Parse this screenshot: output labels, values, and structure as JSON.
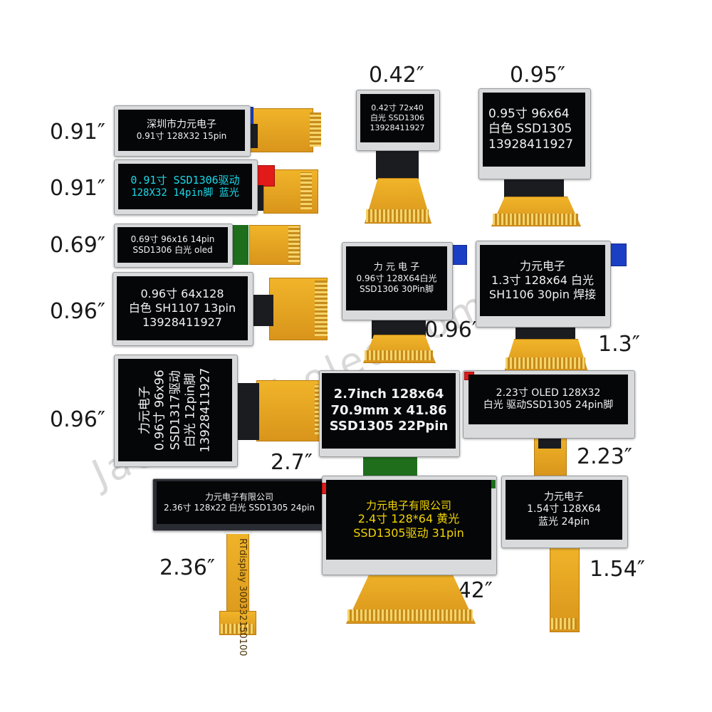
{
  "watermark": "Jack@jiali-oled.com",
  "modules": {
    "m091a": {
      "label": "0.91″",
      "lines": [
        "深圳市力元电子",
        "0.91寸 128X32 15pin"
      ]
    },
    "m091b": {
      "label": "0.91″",
      "lines": [
        "0.91寸 SSD1306驱动",
        "128X32 14pin脚 蓝光"
      ]
    },
    "m069": {
      "label": "0.69″",
      "lines": [
        "0.69寸 96x16 14pin",
        "SSD1306 白光 oled"
      ]
    },
    "m096a": {
      "label": "0.96″",
      "lines": [
        "0.96寸 64x128",
        "白色 SH1107 13pin",
        "13928411927"
      ]
    },
    "m096b": {
      "label": "0.96″",
      "lines": [
        "力元电子",
        "0.96寸 96x96",
        "SSD1317驱动",
        "白光 12pin脚",
        "13928411927"
      ]
    },
    "m042": {
      "label": "0.42″",
      "lines": [
        "0.42寸 72x40",
        "白光 SSD1306",
        "13928411927"
      ]
    },
    "m095": {
      "label": "0.95″",
      "lines": [
        "0.95寸 96x64",
        "白色 SSD1305",
        "13928411927"
      ]
    },
    "m096c": {
      "label": "0.96″",
      "lines": [
        "力 元 电 子",
        "0.96寸 128X64白光",
        "SSD1306 30Pin脚"
      ]
    },
    "m13": {
      "label": "1.3″",
      "lines": [
        "力元电子",
        "1.3寸 128x64 白光",
        "SH1106 30pin 焊接"
      ]
    },
    "m27": {
      "label": "2.7″",
      "lines": [
        "2.7inch 128x64",
        "70.9mm x 41.86",
        "SSD1305 22Ppin"
      ]
    },
    "m223": {
      "label": "2.23″",
      "lines": [
        "2.23寸 OLED 128X32",
        "白光 驱动SSD1305 24pin脚"
      ]
    },
    "m236": {
      "label": "2.36″",
      "lines": [
        "力元电子有限公司",
        "2.36寸 128x22 白光 SSD1305 24pin"
      ],
      "flex_text": "RTdisplay 300332150100"
    },
    "m242": {
      "label": "2.42″",
      "lines": [
        "力元电子有限公司",
        "2.4寸 128*64 黄光",
        "SSD1305驱动 31pin"
      ]
    },
    "m154": {
      "label": "1.54″",
      "lines": [
        "力元电子",
        "1.54寸 128X64",
        "蓝光 24pin"
      ]
    }
  },
  "colors": {
    "white_text": "#f2f2f2",
    "cyan_text": "#18d9e8",
    "yellow_text": "#f2d400",
    "screen_bg": "#050608",
    "flex": "#e3a322"
  }
}
